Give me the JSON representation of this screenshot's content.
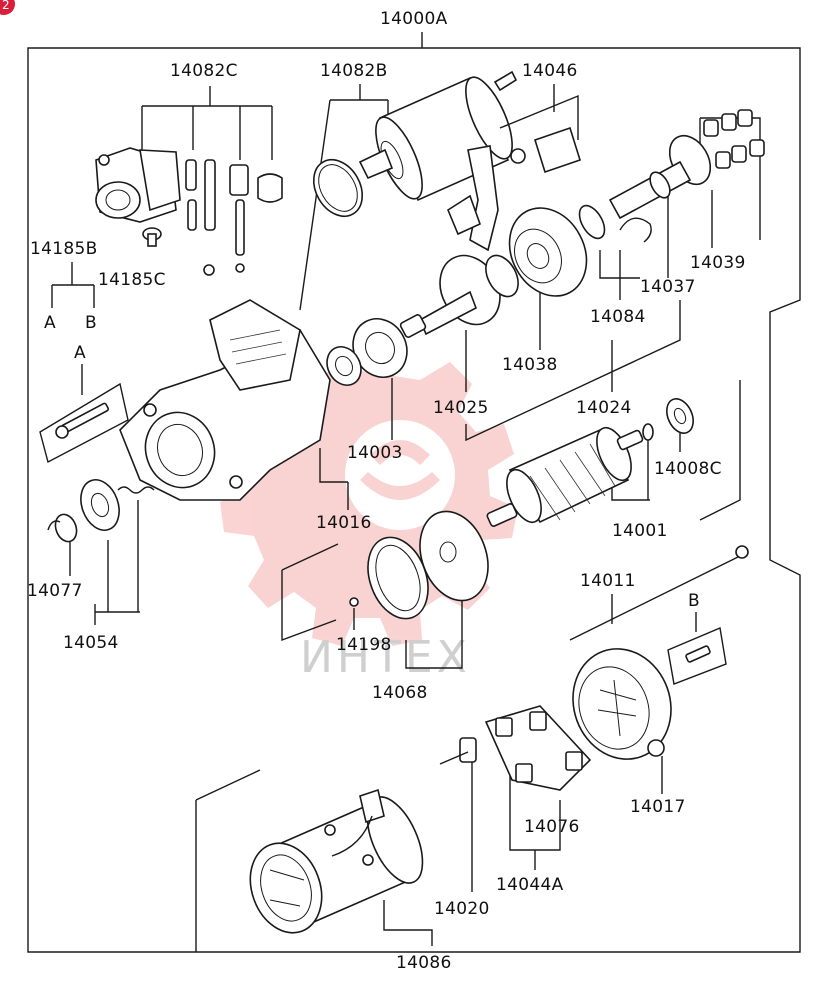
{
  "corner_badge": "2",
  "watermark": {
    "text": "ИНТЕХ",
    "gear_color": "#f08080",
    "text_color": "#c8c8c8"
  },
  "labels": {
    "assembly": "14000A",
    "p14082C": "14082C",
    "p14082B": "14082B",
    "p14046": "14046",
    "p14185B": "14185B",
    "p14185C": "14185C",
    "a": "A",
    "b": "B",
    "a2": "A",
    "p14039": "14039",
    "p14037": "14037",
    "p14084": "14084",
    "p14038": "14038",
    "p14025": "14025",
    "p14024": "14024",
    "p14003": "14003",
    "p14008C": "14008C",
    "p14016": "14016",
    "p14001": "14001",
    "p14077": "14077",
    "p14054": "14054",
    "p14011": "14011",
    "b2": "B",
    "p14198": "14198",
    "p14068": "14068",
    "p14017": "14017",
    "p14076": "14076",
    "p14044A": "14044A",
    "p14020": "14020",
    "p14086": "14086"
  }
}
